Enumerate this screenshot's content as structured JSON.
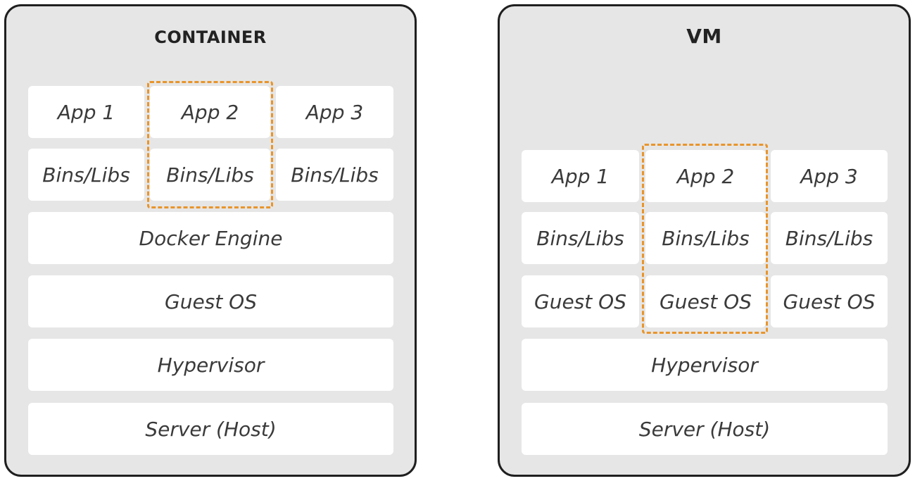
{
  "container": {
    "title": "CONTAINER",
    "apps": [
      "App 1",
      "App 2",
      "App 3"
    ],
    "libs": [
      "Bins/Libs",
      "Bins/Libs",
      "Bins/Libs"
    ],
    "engine": "Docker Engine",
    "guest_os": "Guest OS",
    "hypervisor": "Hypervisor",
    "server": "Server (Host)"
  },
  "vm": {
    "title": "VM",
    "apps": [
      "App 1",
      "App 2",
      "App 3"
    ],
    "libs": [
      "Bins/Libs",
      "Bins/Libs",
      "Bins/Libs"
    ],
    "guest_os": [
      "Guest OS",
      "Guest OS",
      "Guest OS"
    ],
    "hypervisor": "Hypervisor",
    "server": "Server (Host)"
  },
  "colors": {
    "panel_bg": "#e6e6e6",
    "panel_border": "#1f1f1f",
    "cell_bg": "#ffffff",
    "highlight": "#e8952c",
    "text": "#3a3a3a"
  }
}
